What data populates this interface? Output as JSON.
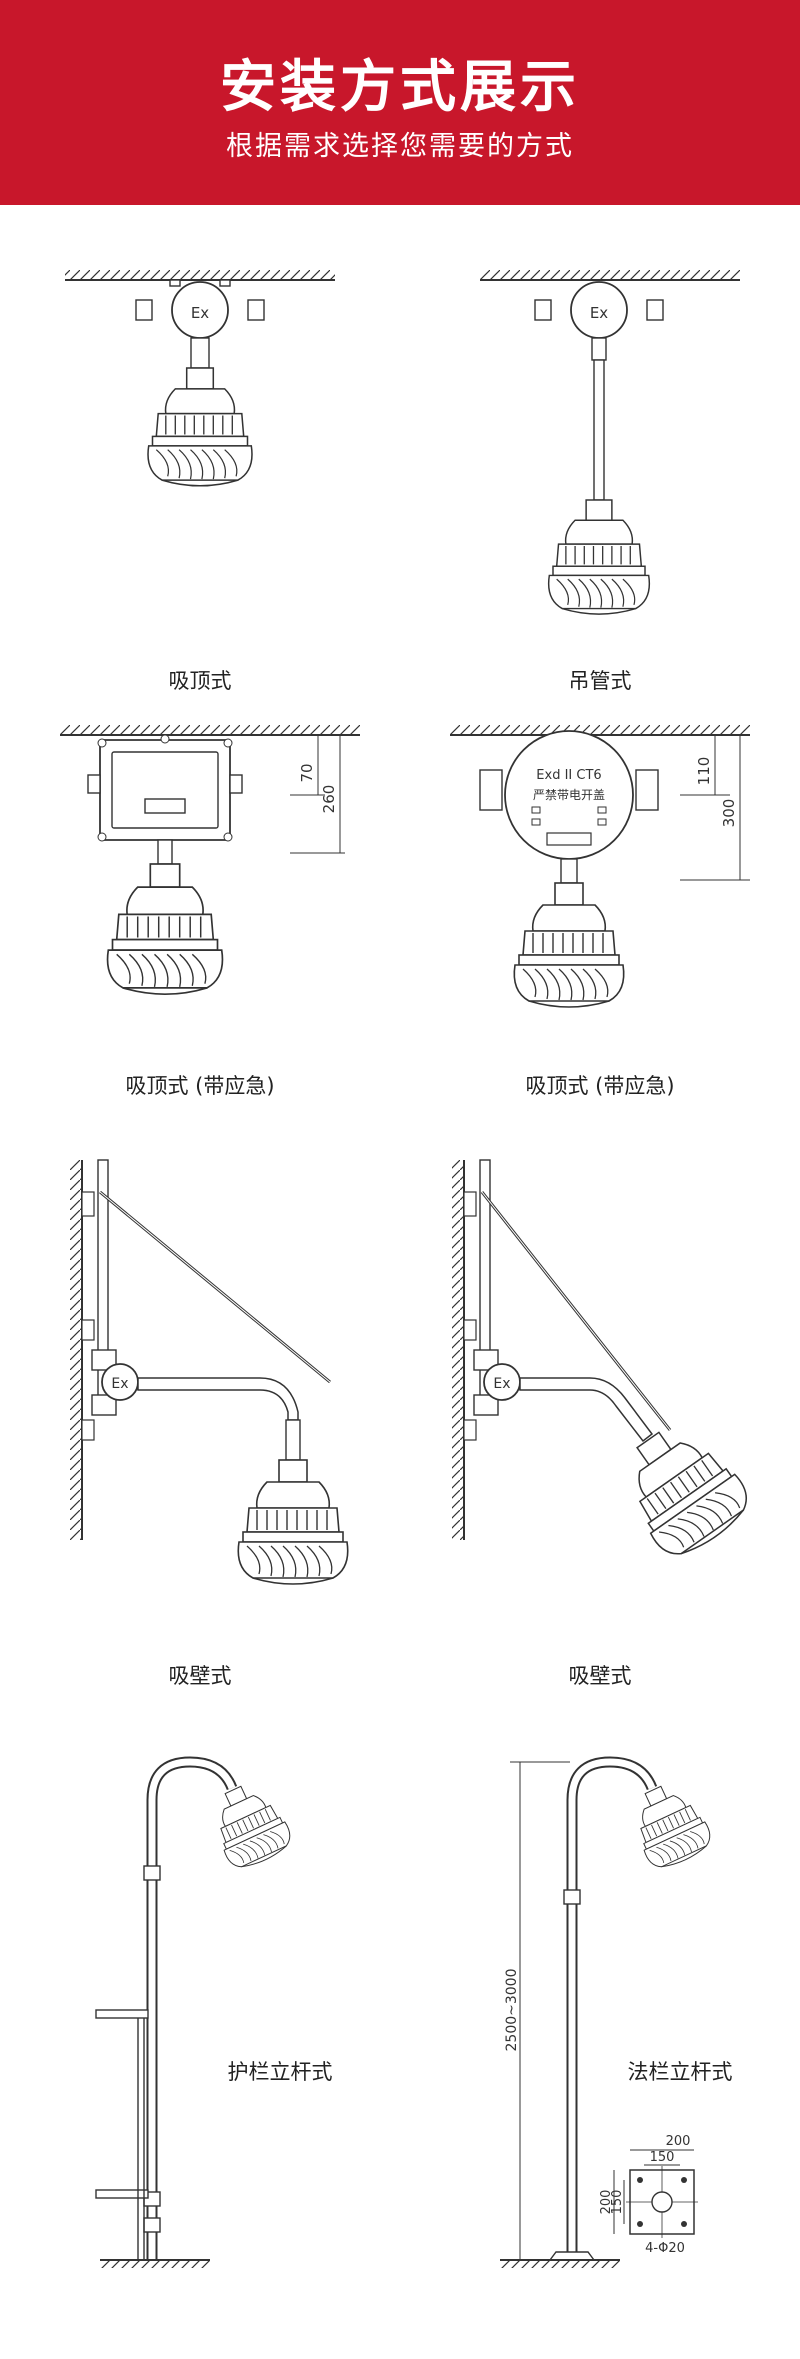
{
  "header": {
    "title": "安装方式展示",
    "subtitle": "根据需求选择您需要的方式"
  },
  "captions": {
    "c1": "吸顶式",
    "c2": "吊管式",
    "c3": "吸顶式 (带应急)",
    "c4": "吸顶式 (带应急)",
    "c5": "吸壁式",
    "c6": "吸壁式",
    "c7": "护栏立杆式",
    "c8": "法栏立杆式"
  },
  "labels": {
    "ex": "Ex",
    "dim_70": "70",
    "dim_260": "260",
    "dim_110": "110",
    "dim_300": "300",
    "exd": "Exd II CT6",
    "warning": "严禁带电开盖",
    "pole_height": "2500~3000",
    "base_200a": "200",
    "base_150a": "150",
    "base_200b": "200",
    "base_150b": "150",
    "bolts": "4-Φ20"
  },
  "colors": {
    "accent": "#c8172b",
    "line": "#333333"
  }
}
